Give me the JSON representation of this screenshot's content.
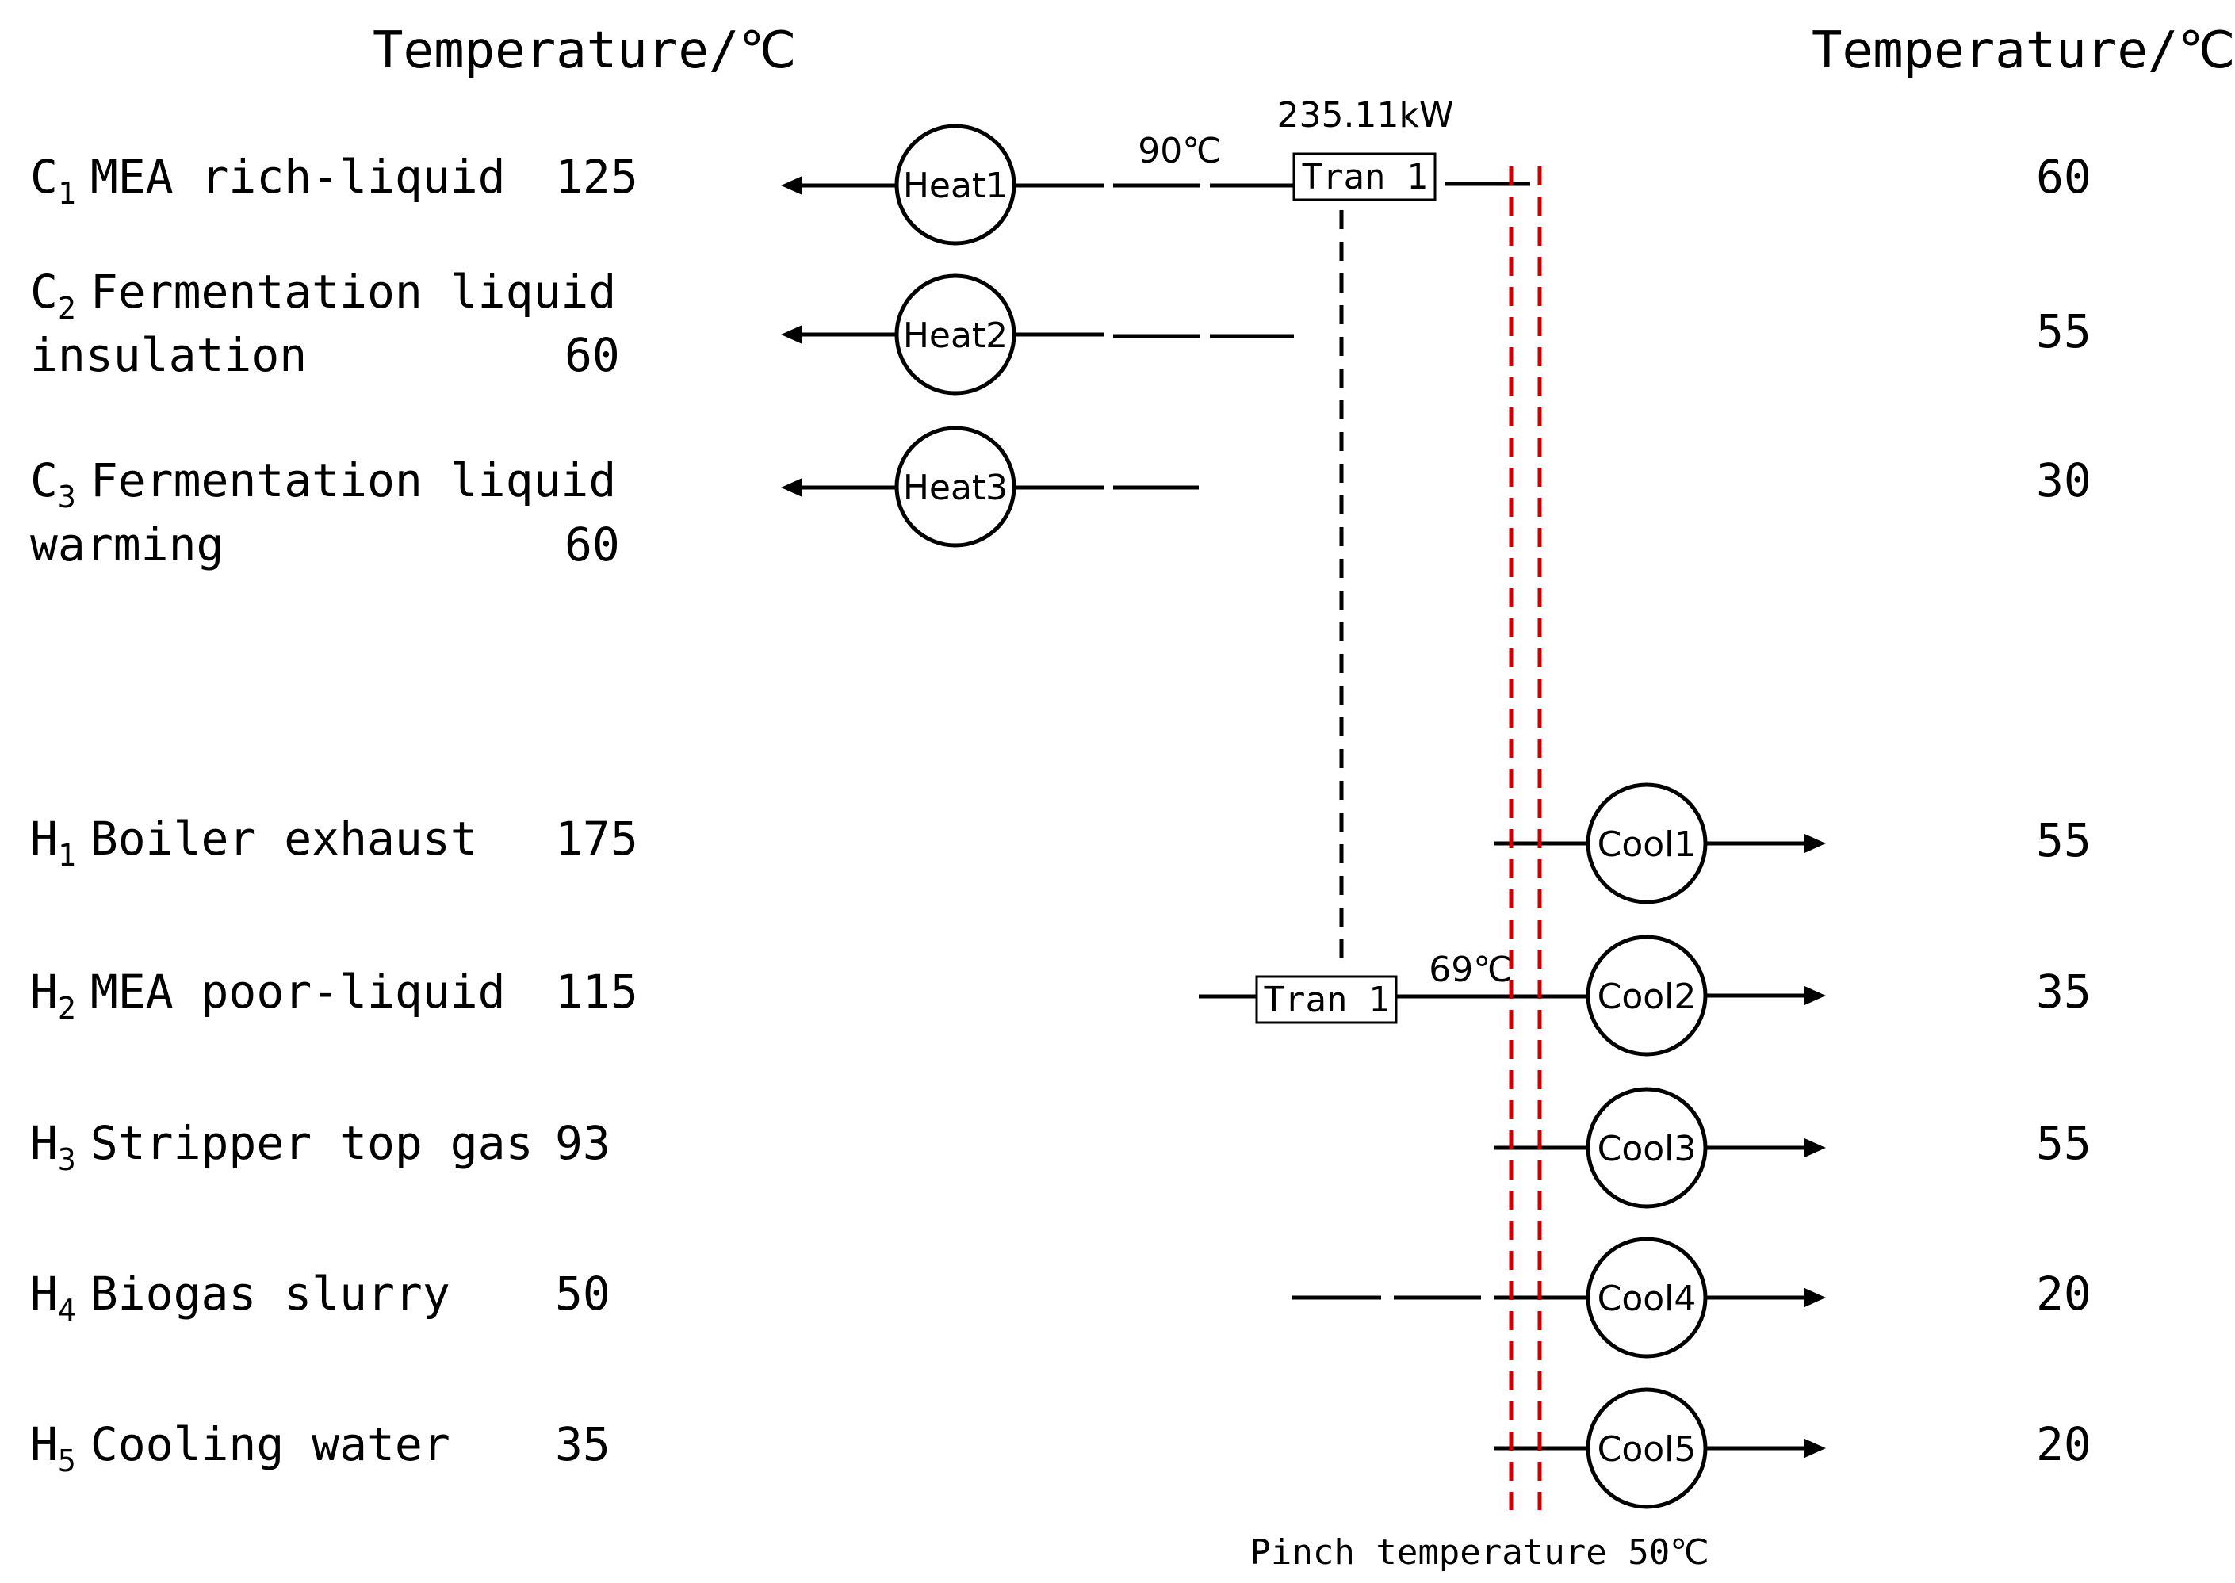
{
  "headers": {
    "left": "Temperature/℃",
    "right": "Temperature/℃"
  },
  "cold_streams": [
    {
      "sym": "C",
      "sub": "1",
      "name": "MEA rich-liquid",
      "name2": "",
      "t_in": "125",
      "t_out": "60",
      "unit": "Heat1"
    },
    {
      "sym": "C",
      "sub": "2",
      "name": "Fermentation liquid",
      "name2": "insulation",
      "t_in": "60",
      "t_out": "55",
      "unit": "Heat2"
    },
    {
      "sym": "C",
      "sub": "3",
      "name": "Fermentation liquid",
      "name2": "warming",
      "t_in": "60",
      "t_out": "30",
      "unit": "Heat3"
    }
  ],
  "hot_streams": [
    {
      "sym": "H",
      "sub": "1",
      "name": "Boiler exhaust",
      "t_in": "175",
      "t_out": "55",
      "unit": "Cool1"
    },
    {
      "sym": "H",
      "sub": "2",
      "name": "MEA poor-liquid",
      "t_in": "115",
      "t_out": "35",
      "unit": "Cool2"
    },
    {
      "sym": "H",
      "sub": "3",
      "name": "Stripper top gas",
      "t_in": "93",
      "t_out": "55",
      "unit": "Cool3"
    },
    {
      "sym": "H",
      "sub": "4",
      "name": "Biogas slurry",
      "t_in": "50",
      "t_out": "20",
      "unit": "Cool4"
    },
    {
      "sym": "H",
      "sub": "5",
      "name": "Cooling water",
      "t_in": "35",
      "t_out": "20",
      "unit": "Cool5"
    }
  ],
  "exchanger": {
    "label": "Tran 1",
    "duty": "235.11kW",
    "cold_temp": "90℃",
    "hot_temp": "69℃"
  },
  "pinch": {
    "label": "Pinch temperature 50℃",
    "color": "#cc0000"
  }
}
